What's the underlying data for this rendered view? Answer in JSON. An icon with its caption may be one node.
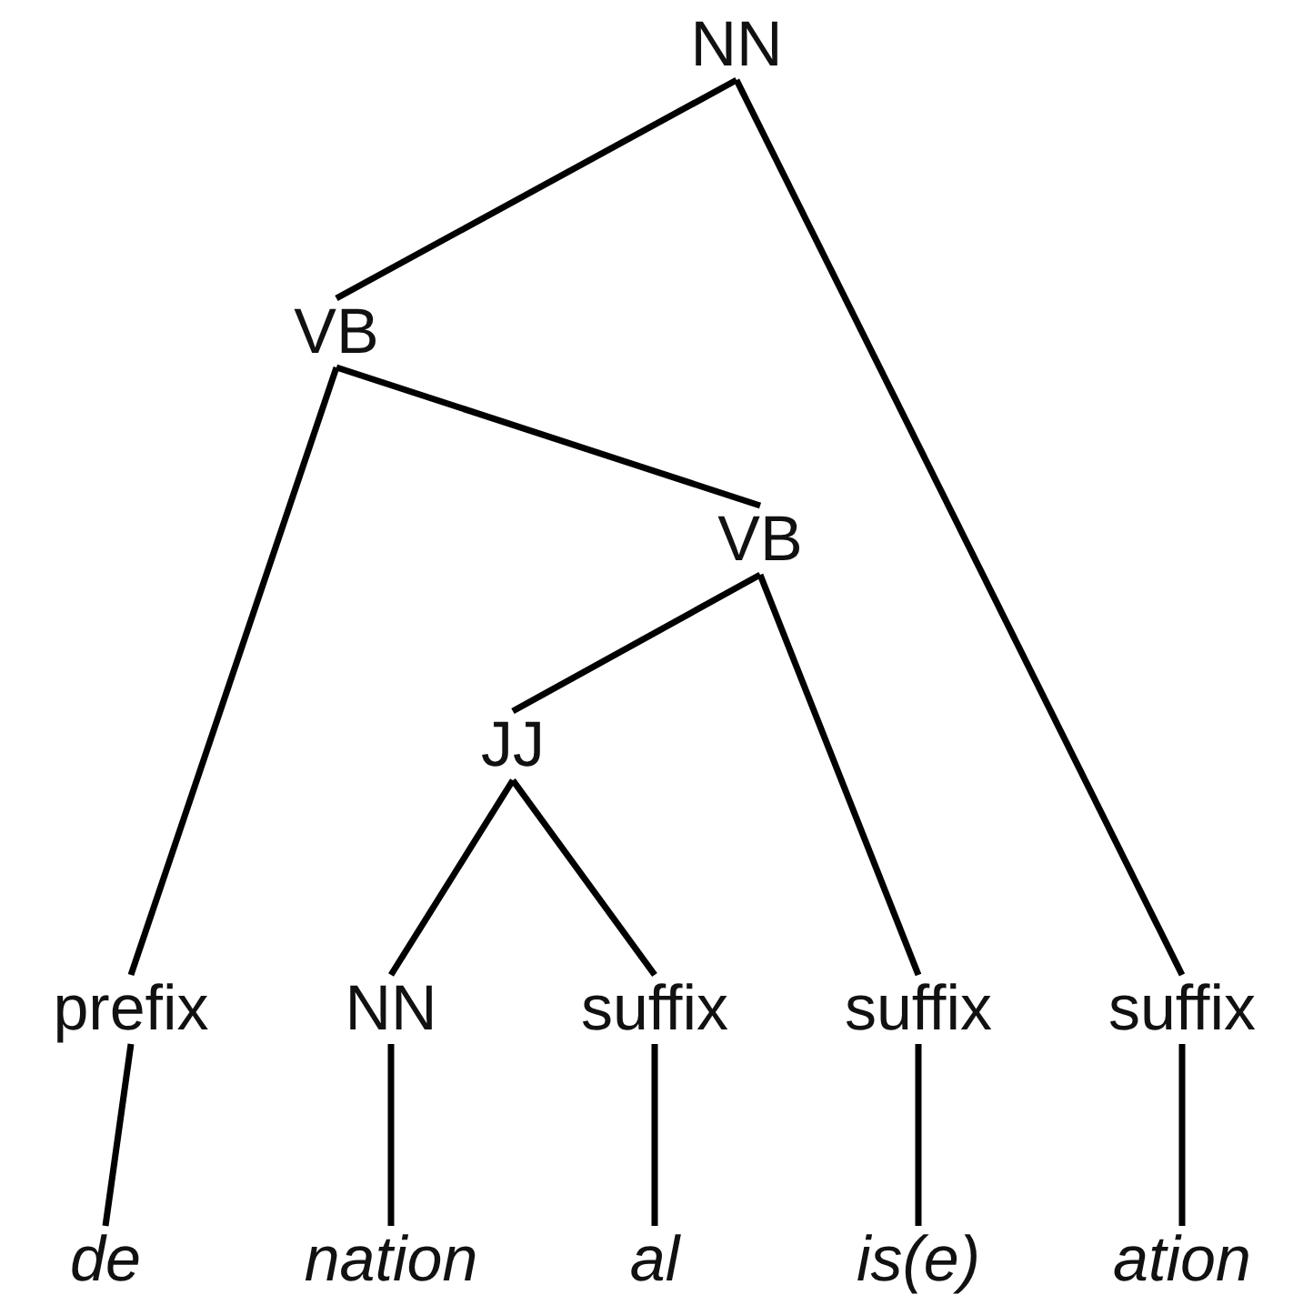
{
  "diagram": {
    "nodes": [
      {
        "text": [
          "NN"
        ]
      },
      {
        "text": [
          "VB"
        ]
      },
      {
        "text": [
          "VB"
        ]
      },
      {
        "text": [
          "JJ"
        ]
      },
      {
        "text": [
          "prefix"
        ]
      },
      {
        "text": [
          "NN"
        ]
      },
      {
        "text": [
          "suffix"
        ]
      },
      {
        "text": [
          "suffix"
        ]
      },
      {
        "text": [
          "suffix"
        ]
      },
      {
        "text": [
          "de"
        ]
      },
      {
        "text": [
          "nation"
        ]
      },
      {
        "text": [
          "al"
        ]
      },
      {
        "text": [
          "is(e)"
        ]
      },
      {
        "text": [
          "ation"
        ]
      }
    ],
    "edges": [
      {
        "from": 0,
        "to": 1,
        "arrow": "none"
      },
      {
        "from": 0,
        "to": 8,
        "arrow": "none"
      },
      {
        "from": 1,
        "to": 4,
        "arrow": "none"
      },
      {
        "from": 1,
        "to": 2,
        "arrow": "none"
      },
      {
        "from": 2,
        "to": 3,
        "arrow": "none"
      },
      {
        "from": 2,
        "to": 7,
        "arrow": "none"
      },
      {
        "from": 3,
        "to": 5,
        "arrow": "none"
      },
      {
        "from": 3,
        "to": 6,
        "arrow": "none"
      },
      {
        "from": 4,
        "to": 9,
        "arrow": "none"
      },
      {
        "from": 5,
        "to": 10,
        "arrow": "none"
      },
      {
        "from": 6,
        "to": 11,
        "arrow": "none"
      },
      {
        "from": 7,
        "to": 12,
        "arrow": "none"
      },
      {
        "from": 8,
        "to": 13,
        "arrow": "none"
      }
    ]
  }
}
